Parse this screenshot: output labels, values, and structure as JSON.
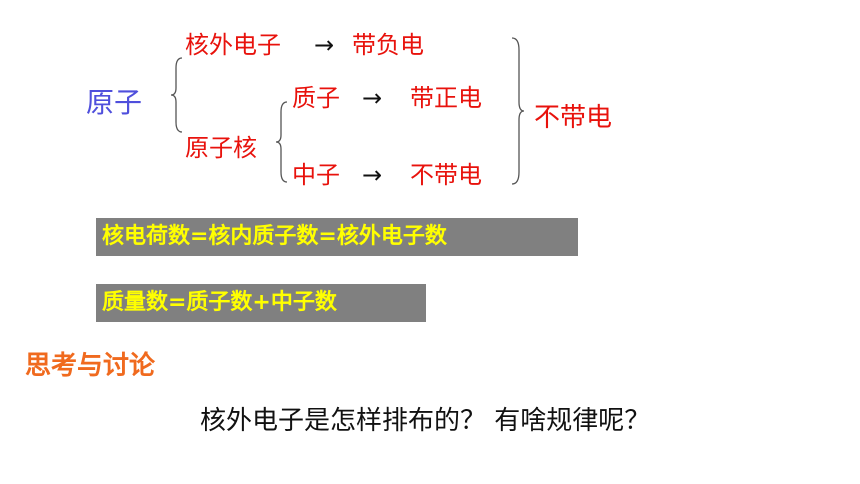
{
  "colors": {
    "atom_blue": "#4f4fdc",
    "red_text": "#e8120c",
    "formula_yellow": "#ffff00",
    "formula_box_gray": "#808080",
    "heading_orange": "#f06a1e",
    "question_black": "#111111"
  },
  "tree": {
    "atom": "原子",
    "electron": {
      "name": "核外电子",
      "arrow": "→",
      "charge": "带负电"
    },
    "nucleus": "原子核",
    "proton": {
      "name": "质子",
      "arrow": "→",
      "charge": "带正电"
    },
    "neutron": {
      "name": "中子",
      "arrow": "→",
      "charge": "不带电"
    },
    "overall": "不带电"
  },
  "formulas": {
    "charge": "核电荷数=核内质子数=核外电子数",
    "mass": "质量数=质子数+中子数"
  },
  "discussion": {
    "heading": "思考与讨论",
    "question": "核外电子是怎样排布的？ 有啥规律呢？"
  }
}
